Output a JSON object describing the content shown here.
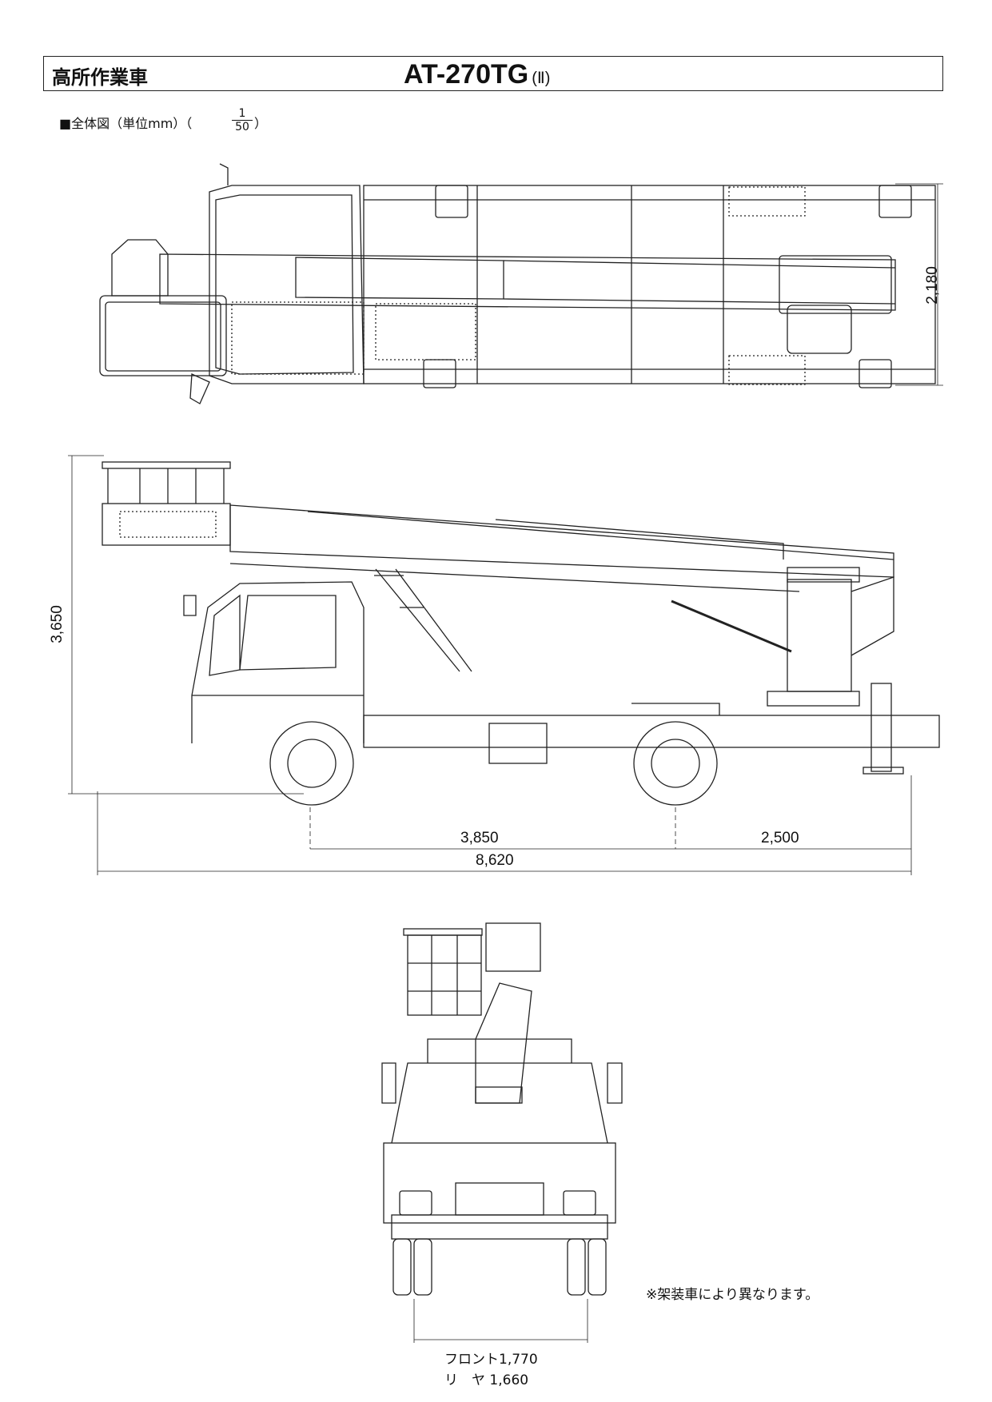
{
  "header": {
    "category": "高所作業車",
    "model": "AT-270TG",
    "model_suffix": "(Ⅱ)"
  },
  "caption": {
    "label": "■全体図（単位mm）（",
    "scale_num": "1",
    "scale_den": "50",
    "close": "）"
  },
  "dimensions": {
    "width": "2,180",
    "height": "3,650",
    "wheelbase": "3,850",
    "rear_overhang": "2,500",
    "overall_length": "8,620",
    "front_track": "フロント1,770",
    "rear_track": "リ　ヤ 1,660"
  },
  "note": "※架装車により異なります。"
}
